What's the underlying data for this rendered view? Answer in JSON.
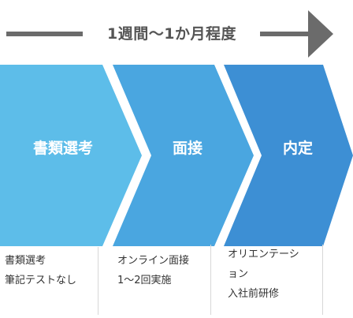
{
  "timeline": {
    "label": "1週間〜1か月程度"
  },
  "steps": [
    {
      "label": "書類選考",
      "color": "#5dbde9",
      "notes": [
        "書類選考",
        "筆記テストなし"
      ]
    },
    {
      "label": "面接",
      "color": "#4aa6e0",
      "notes": [
        "オンライン面接",
        "1〜2回実施"
      ]
    },
    {
      "label": "内定",
      "color": "#3d8fd4",
      "notes": [
        "オリエンテーシ",
        "ョン",
        "入社前研修"
      ]
    }
  ],
  "colors": {
    "timeline": "#6b6b6b"
  }
}
